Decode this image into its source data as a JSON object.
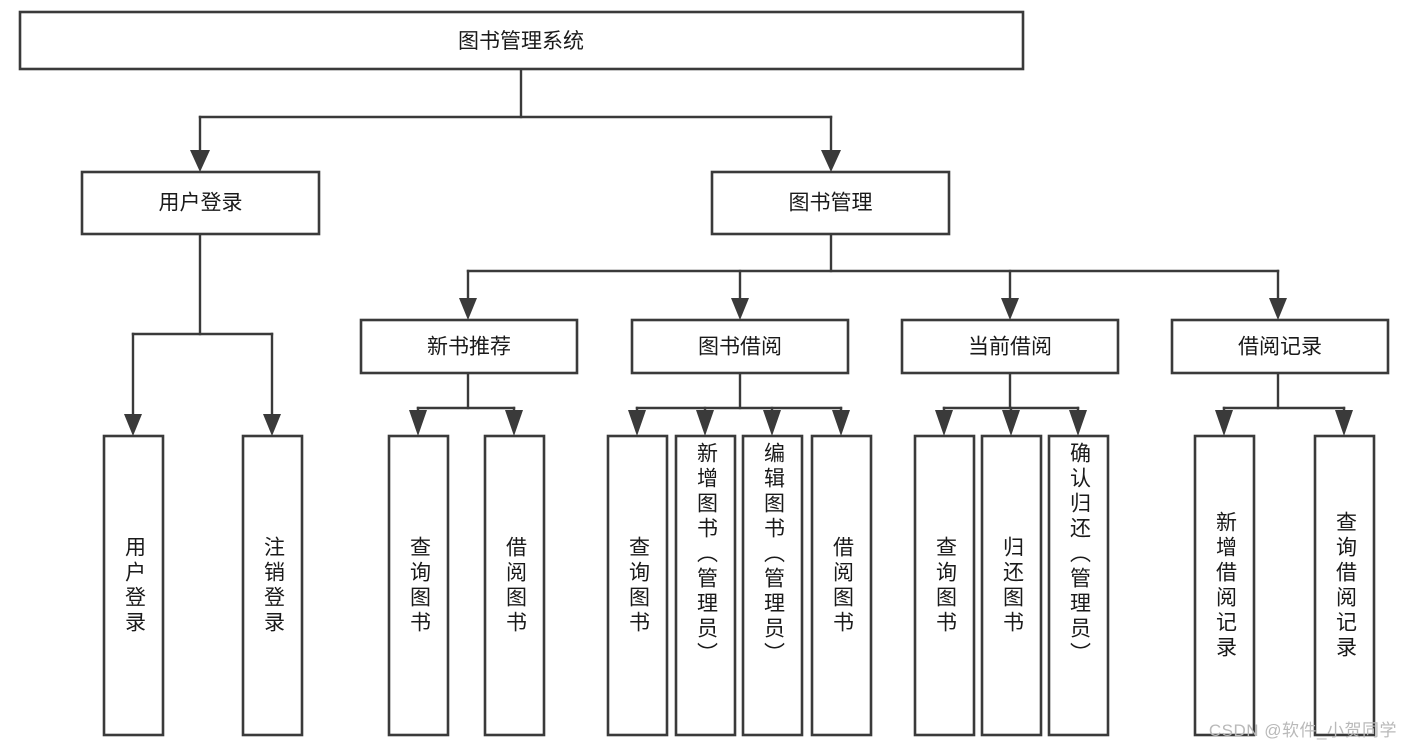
{
  "diagram": {
    "type": "tree",
    "title": "图书管理系统",
    "watermark": "CSDN @软件_小贺同学",
    "colors": {
      "stroke": "#3a3a3a",
      "box_fill": "#ffffff",
      "text": "#1a1a1a",
      "background": "#ffffff",
      "watermark": "#b9b9b9"
    },
    "levels": {
      "root": {
        "label": "图书管理系统"
      },
      "level2": [
        {
          "label": "用户登录"
        },
        {
          "label": "图书管理"
        }
      ],
      "level3": [
        {
          "label": "新书推荐"
        },
        {
          "label": "图书借阅"
        },
        {
          "label": "当前借阅"
        },
        {
          "label": "借阅记录"
        }
      ],
      "leaves": {
        "user_login": [
          {
            "label": "用户登录"
          },
          {
            "label": "注销登录"
          }
        ],
        "new_book_recommend": [
          {
            "label": "查询图书"
          },
          {
            "label": "借阅图书"
          }
        ],
        "book_borrow": [
          {
            "label": "查询图书"
          },
          {
            "label": "新增图书（管理员）"
          },
          {
            "label": "编辑图书（管理员）"
          },
          {
            "label": "借阅图书"
          }
        ],
        "current_borrow": [
          {
            "label": "查询图书"
          },
          {
            "label": "归还图书"
          },
          {
            "label": "确认归还（管理员）"
          }
        ],
        "borrow_record": [
          {
            "label": "新增借阅记录"
          },
          {
            "label": "查询借阅记录"
          }
        ]
      }
    }
  }
}
